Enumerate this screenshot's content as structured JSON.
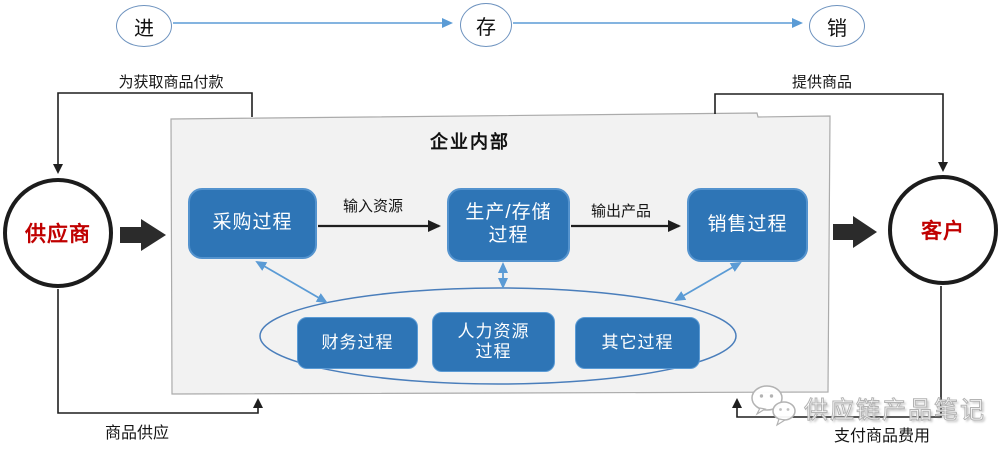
{
  "colors": {
    "accent_blue": "#2E75B6",
    "light_blue": "#5B9BD5",
    "red": "#C00000",
    "gray_fill": "#F2F2F2"
  },
  "top_flow": {
    "nodes": [
      {
        "label": "进"
      },
      {
        "label": "存"
      },
      {
        "label": "销"
      }
    ]
  },
  "external": {
    "supplier": "供应商",
    "customer": "客户"
  },
  "enterprise": {
    "title": "企业内部",
    "main_processes": [
      {
        "label": "采购过程"
      },
      {
        "line1": "生产/存储",
        "line2": "过程"
      },
      {
        "label": "销售过程"
      }
    ],
    "support_processes": [
      {
        "label": "财务过程"
      },
      {
        "line1": "人力资源",
        "line2": "过程"
      },
      {
        "label": "其它过程"
      }
    ]
  },
  "flow_labels": {
    "pay_for_goods": "为获取商品付款",
    "provide_goods": "提供商品",
    "goods_supply": "商品供应",
    "pay_goods_fee": "支付商品费用",
    "input_resources": "输入资源",
    "output_products": "输出产品"
  },
  "watermark": {
    "text": "供应链产品笔记",
    "icon": "wechat-icon"
  }
}
